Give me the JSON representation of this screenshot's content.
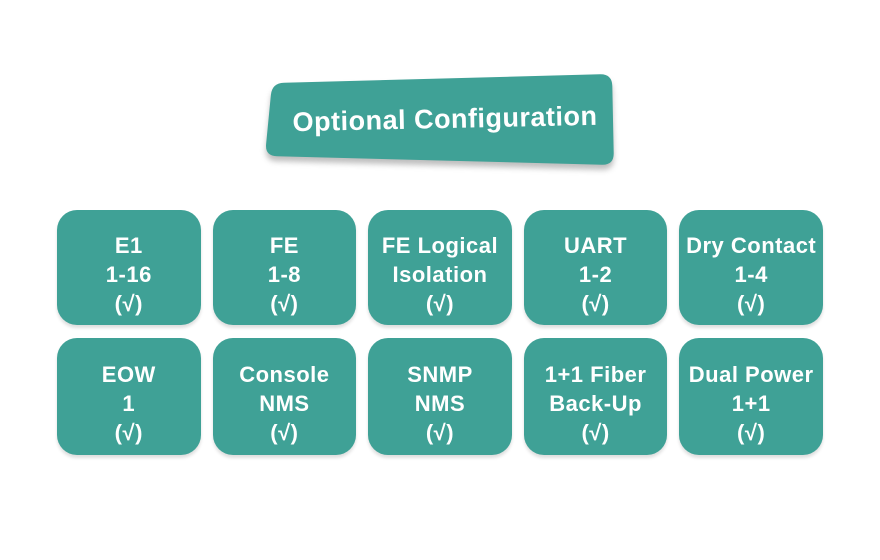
{
  "title_banner": {
    "label": "Optional Configuration"
  },
  "colors": {
    "teal": "#3FA196",
    "text_white": "#FFFFFF"
  },
  "rows": [
    [
      {
        "id": "e1",
        "lines": [
          "E1",
          "1-16",
          "(√)"
        ]
      },
      {
        "id": "fe",
        "lines": [
          "FE",
          "1-8",
          "(√)"
        ]
      },
      {
        "id": "fe-logical",
        "lines": [
          "FE Logical",
          "Isolation",
          "(√)"
        ]
      },
      {
        "id": "uart",
        "lines": [
          "UART",
          "1-2",
          "(√)"
        ]
      },
      {
        "id": "dry-contact",
        "lines": [
          "Dry Contact",
          "1-4",
          "(√)"
        ]
      }
    ],
    [
      {
        "id": "eow",
        "lines": [
          "EOW",
          "1",
          "(√)"
        ]
      },
      {
        "id": "console-nms",
        "lines": [
          "Console",
          "NMS",
          "(√)"
        ]
      },
      {
        "id": "snmp-nms",
        "lines": [
          "SNMP",
          "NMS",
          "(√)"
        ]
      },
      {
        "id": "fiber-backup",
        "lines": [
          "1+1 Fiber",
          "Back-Up",
          "(√)"
        ]
      },
      {
        "id": "dual-power",
        "lines": [
          "Dual Power",
          "1+1",
          "(√)"
        ]
      }
    ]
  ]
}
